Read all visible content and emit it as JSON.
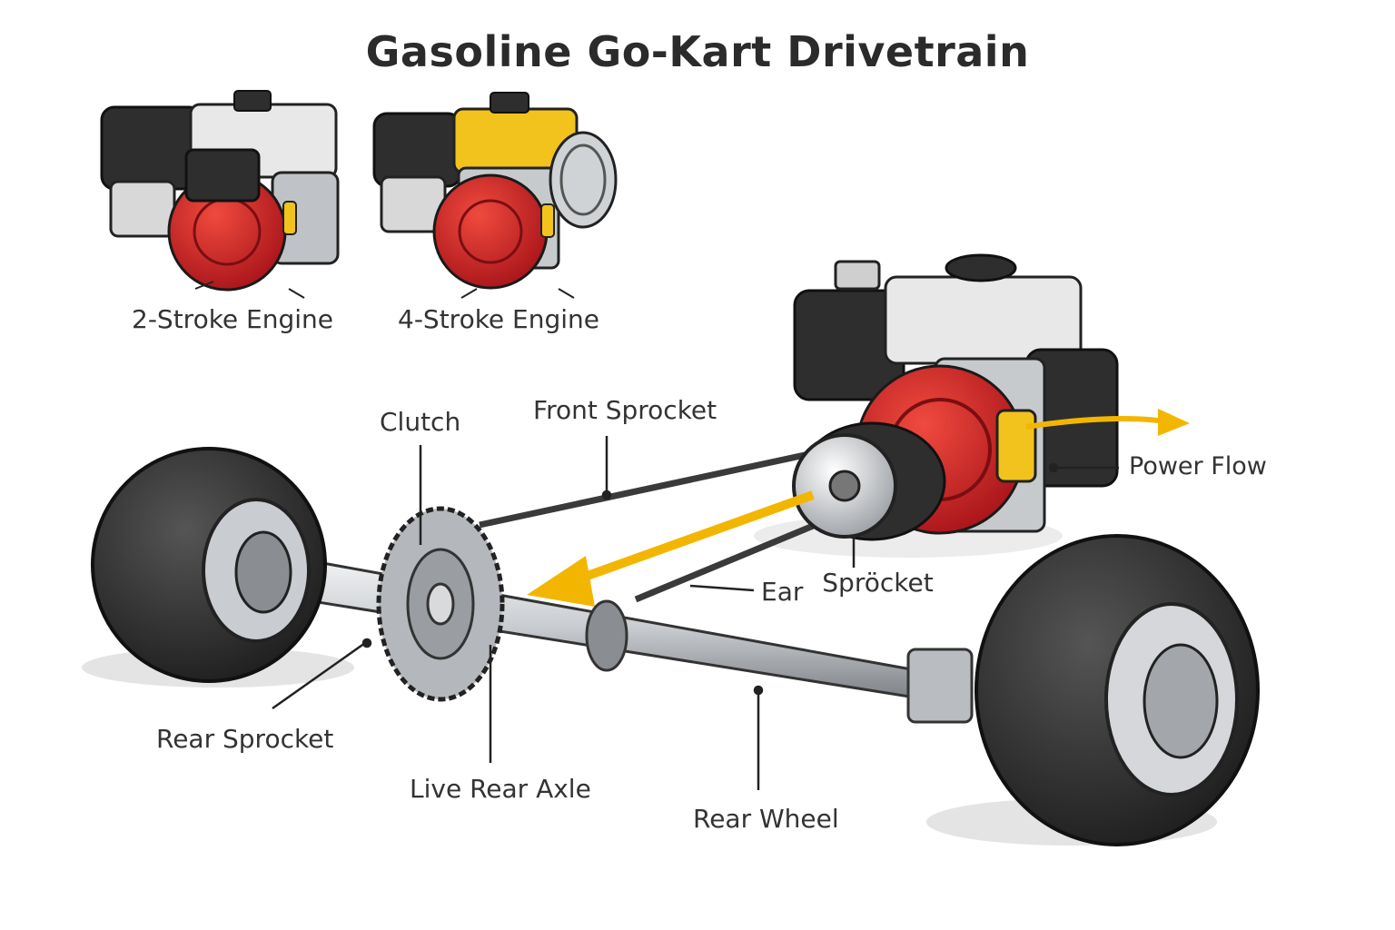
{
  "title": "Gasoline Go-Kart Drivetrain",
  "labels": {
    "two_stroke": "2-Stroke Engine",
    "four_stroke": "4-Stroke Engine",
    "clutch": "Clutch",
    "front_sprocket": "Front Sprocket",
    "power_flow": "Power Flow",
    "ear_sprocket_prefix": "Ear",
    "ear_sprocket_suffix": "Spröcket",
    "rear_sprocket": "Rear Sprocket",
    "live_rear_axle": "Live Rear Axle",
    "rear_wheel": "Rear Wheel"
  },
  "colors": {
    "engine_red": "#d42a2a",
    "engine_yellow": "#f2c31c",
    "engine_dark": "#2e2e2e",
    "engine_light": "#e8e8e8",
    "flow_arrow": "#f3b600",
    "tire": "#2a2a2a",
    "metal": "#c9ccd0"
  }
}
